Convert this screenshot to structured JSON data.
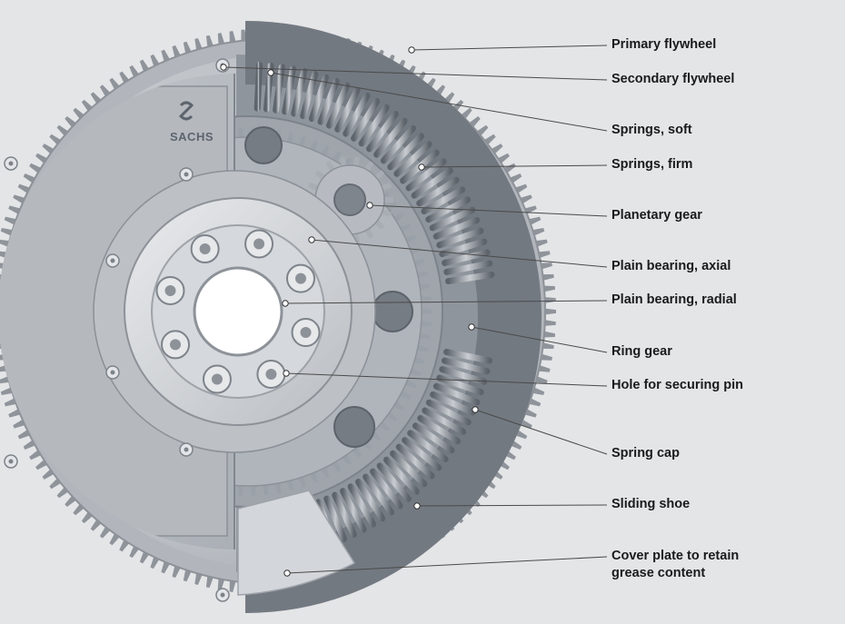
{
  "brand": {
    "name": "SACHS",
    "icon": "sachs-logo-icon"
  },
  "colors": {
    "background": "#e4e5e7",
    "leader_line": "#4a4a4a",
    "label_text": "#1a1a1a"
  },
  "callouts": [
    {
      "id": "primary-flywheel",
      "label": "Primary flywheel"
    },
    {
      "id": "secondary-flywheel",
      "label": "Secondary flywheel"
    },
    {
      "id": "springs-soft",
      "label": "Springs, soft"
    },
    {
      "id": "springs-firm",
      "label": "Springs, firm"
    },
    {
      "id": "planetary-gear",
      "label": "Planetary gear"
    },
    {
      "id": "plain-bearing-axial",
      "label": "Plain bearing, axial"
    },
    {
      "id": "plain-bearing-radial",
      "label": "Plain bearing, radial"
    },
    {
      "id": "ring-gear",
      "label": "Ring gear"
    },
    {
      "id": "hole-securing-pin",
      "label": "Hole for securing pin"
    },
    {
      "id": "spring-cap",
      "label": "Spring cap"
    },
    {
      "id": "sliding-shoe",
      "label": "Sliding shoe"
    },
    {
      "id": "cover-plate",
      "label": "Cover plate to retain\ngrease content"
    }
  ]
}
